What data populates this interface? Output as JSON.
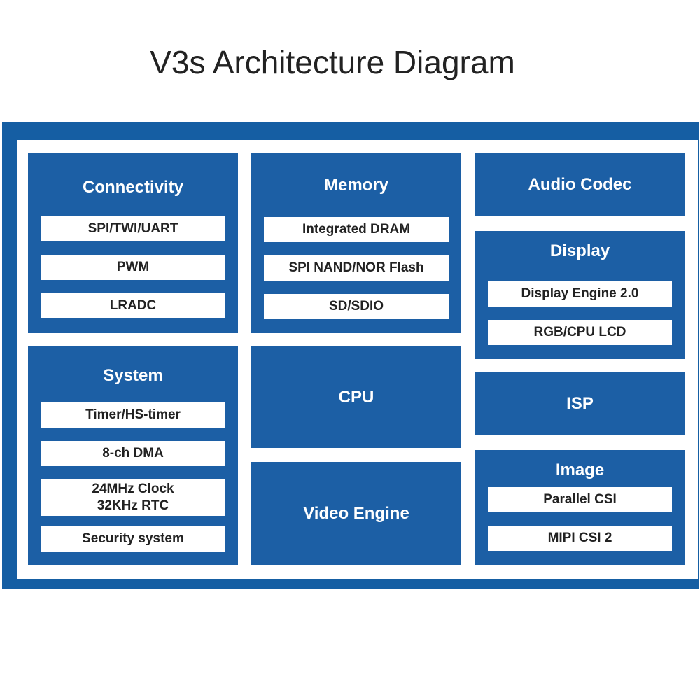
{
  "title": "V3s Architecture Diagram",
  "blocks": {
    "connectivity": {
      "title": "Connectivity",
      "items": [
        "SPI/TWI/UART",
        "PWM",
        "LRADC"
      ]
    },
    "memory": {
      "title": "Memory",
      "items": [
        "Integrated DRAM",
        "SPI NAND/NOR Flash",
        "SD/SDIO"
      ]
    },
    "audio_codec": {
      "title": "Audio Codec"
    },
    "display": {
      "title": "Display",
      "items": [
        "Display Engine 2.0",
        "RGB/CPU LCD"
      ]
    },
    "system": {
      "title": "System",
      "items": [
        "Timer/HS-timer",
        "8-ch DMA",
        "24MHz Clock\n32KHz RTC",
        "Security system"
      ]
    },
    "cpu": {
      "title": "CPU"
    },
    "isp": {
      "title": "ISP"
    },
    "video_engine": {
      "title": "Video Engine"
    },
    "image": {
      "title": "Image",
      "items": [
        "Parallel CSI",
        "MIPI CSI 2"
      ]
    }
  },
  "colors": {
    "frame": "#155ea3",
    "block": "#1c5fa5",
    "item_bg": "#ffffff",
    "item_text": "#222222",
    "title_text": "#222222"
  }
}
